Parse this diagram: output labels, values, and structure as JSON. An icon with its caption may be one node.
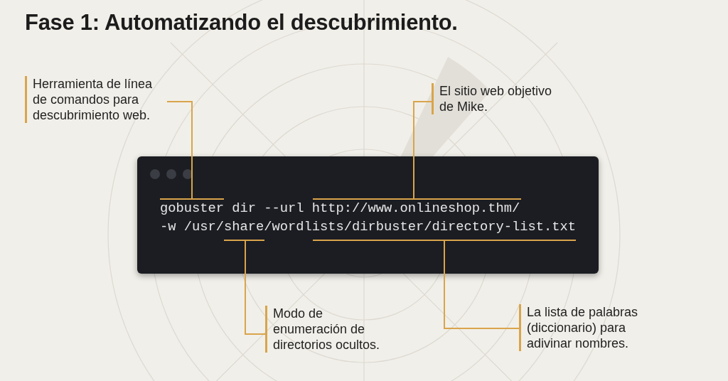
{
  "diagram": {
    "title": "Fase 1: Automatizando el descubrimiento.",
    "nodes": [
      {
        "text": [
          "gobuster dir --url http://www.onlineshop.thm/",
          "-w /usr/share/wordlists/dirbuster/directory-list.txt"
        ]
      },
      {
        "text": [
          "Herramienta de línea de comandos para descubrimiento web."
        ]
      },
      {
        "text": [
          "El sitio web objetivo de Mike."
        ]
      },
      {
        "text": [
          "Modo de enumeración de directorios ocultos."
        ]
      },
      {
        "text": [
          "La lista de palabras (diccionario) para adivinar nombres."
        ]
      }
    ],
    "edges": [
      {
        "from": 1,
        "to": 0,
        "arrow": "none"
      },
      {
        "from": 2,
        "to": 0,
        "arrow": "none"
      },
      {
        "from": 3,
        "to": 0,
        "arrow": "none"
      },
      {
        "from": 4,
        "to": 0,
        "arrow": "none"
      }
    ]
  }
}
